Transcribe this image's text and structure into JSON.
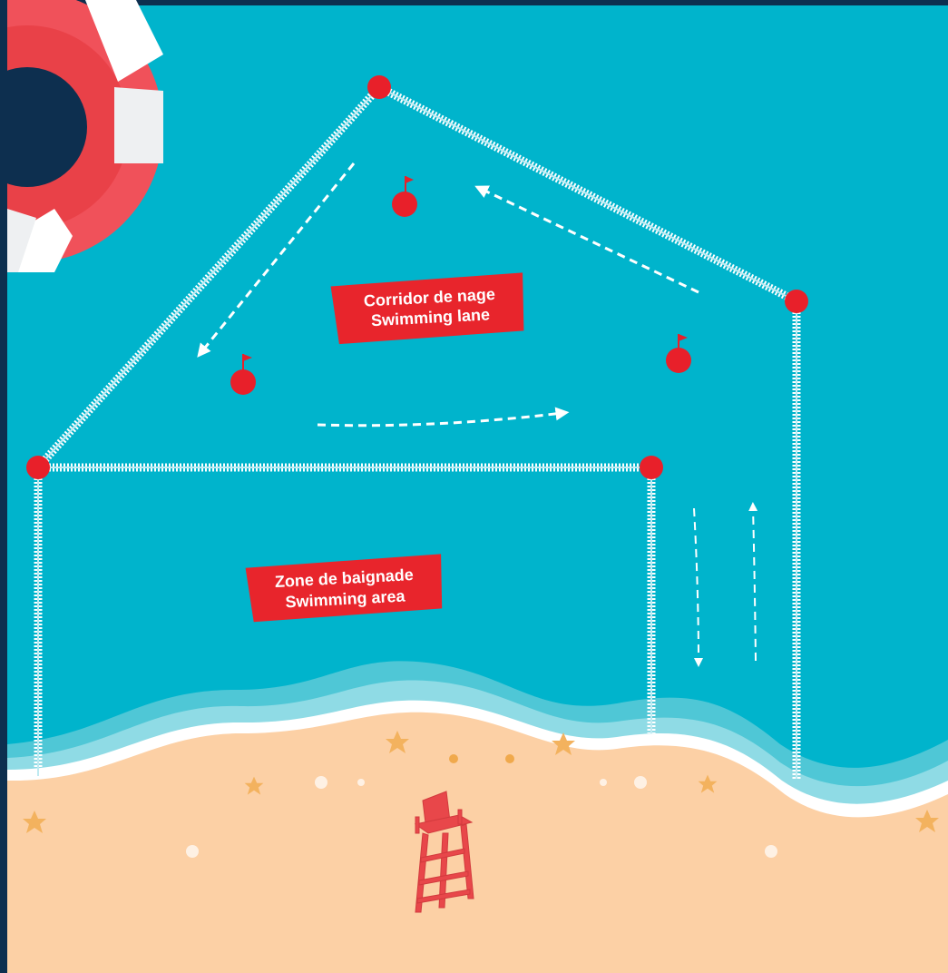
{
  "labels": {
    "swimming_lane": {
      "fr": "Corridor de nage",
      "en": "Swimming lane"
    },
    "swimming_area": {
      "fr": "Zone de baignade",
      "en": "Swimming area"
    }
  },
  "colors": {
    "frame": "#0d2f4f",
    "water": "#00b4cc",
    "sand": "#fcd0a5",
    "buoy": "#e8202a",
    "label_bg": "#e8252c",
    "lifeguard_chair": "#e8474a",
    "starfish": "#f3b25e",
    "rope": "#ffffff"
  },
  "icons": [
    "lifebuoy-icon",
    "buoy-flag-icon",
    "lifeguard-chair-icon",
    "starfish-icon",
    "direction-arrow-icon"
  ]
}
